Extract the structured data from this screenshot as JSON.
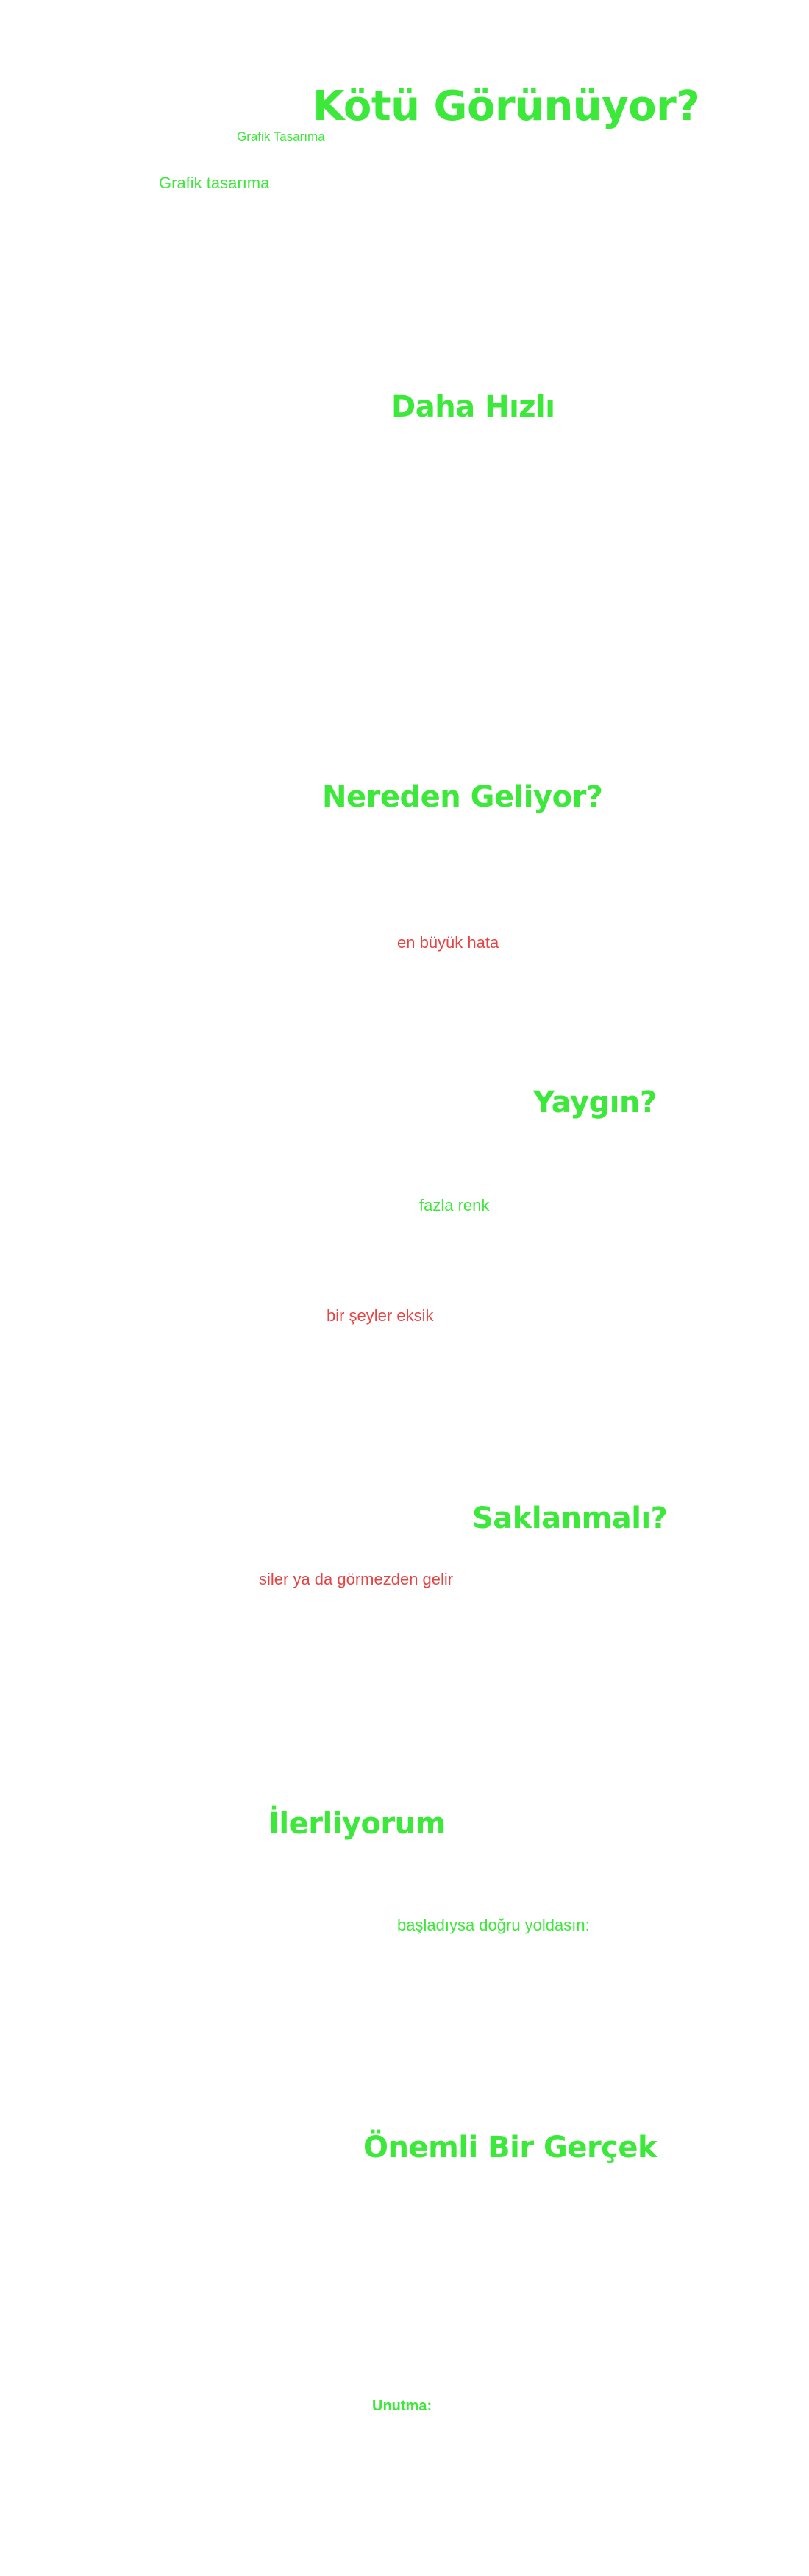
{
  "sections": {
    "intro": {
      "heading": "Kötü Görünüyor?",
      "tag_label": "Grafik Tasarıma",
      "sub_label": "Grafik tasarıma"
    },
    "faster": {
      "heading": "Daha Hızlı"
    },
    "origin": {
      "heading": "Nereden Geliyor?",
      "highlight": "en büyük hata"
    },
    "common": {
      "heading": "Yaygın?",
      "green_text": "fazla renk",
      "red_text": "bir şeyler eksik"
    },
    "hide": {
      "heading": "Saklanmalı?",
      "red_text": "siler ya da görmezden gelir"
    },
    "progress": {
      "heading": "İlerliyorum",
      "green_text": "başladıysa doğru yoldasın:"
    },
    "truth": {
      "heading": "Önemli Bir Gerçek"
    },
    "remember": {
      "label": "Unutma:"
    }
  },
  "colors": {
    "accent_green": "#3ce83a",
    "alert_red": "#e84343",
    "background": "#ffffff"
  }
}
